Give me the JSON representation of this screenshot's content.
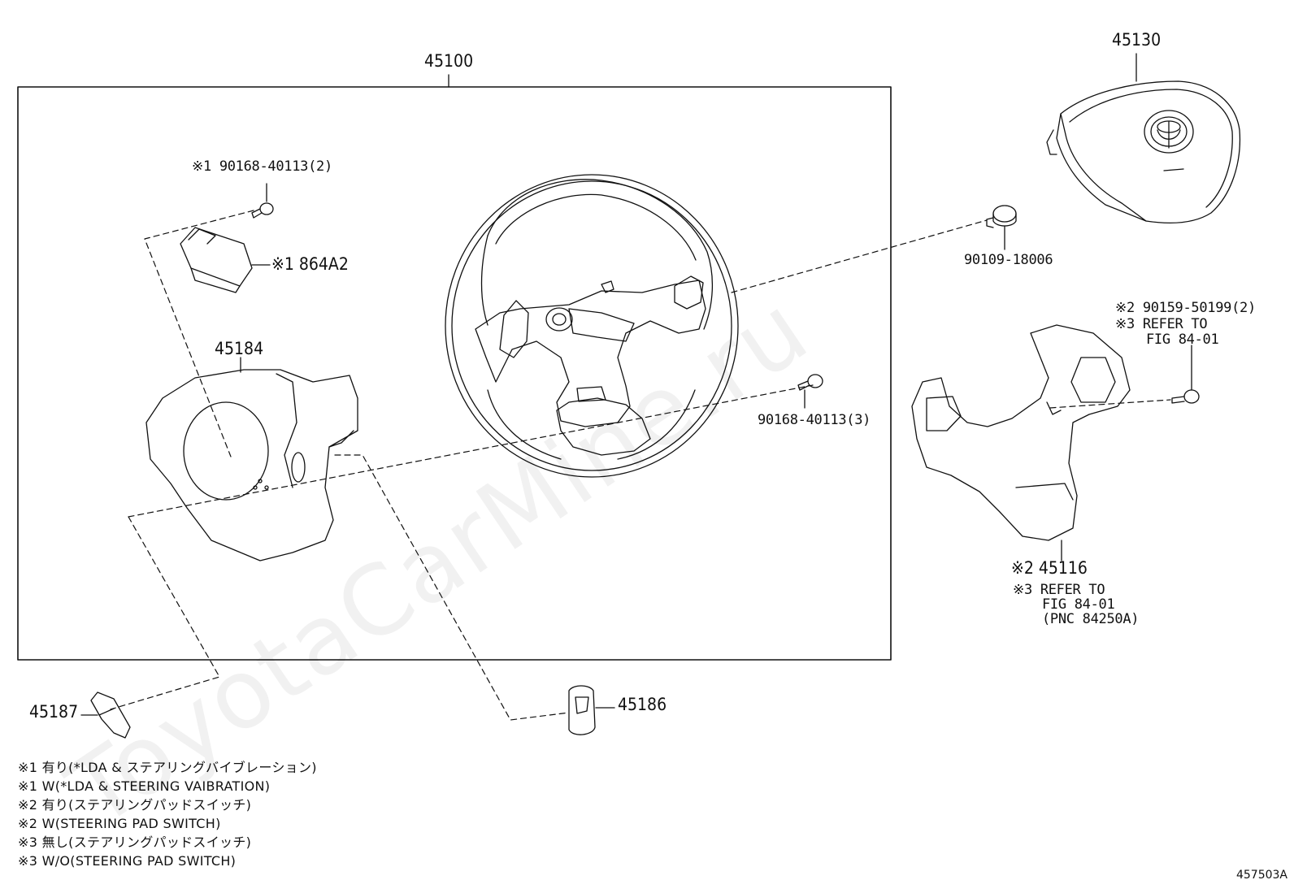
{
  "watermark": "ToyotaCarMine.ru",
  "figure_id": "457503A",
  "parts": {
    "p45100": "45100",
    "p45130": "45130",
    "p90168a": "※1 90168-40113(2)",
    "p864a2": "※1 864A2",
    "p90109": "90109-18006",
    "p45184": "45184",
    "p90168b": "90168-40113(3)",
    "p90159": "※2 90159-50199(2)",
    "p90159_ref1": "※3 REFER TO",
    "p90159_ref2": "FIG 84-01",
    "p45116": "※2 45116",
    "p45116_ref1": "※3 REFER TO",
    "p45116_ref2": "FIG 84-01",
    "p45116_ref3": "(PNC 84250A)",
    "p45187": "45187",
    "p45186": "45186"
  },
  "notes": [
    "※1 有り(*LDA & ステアリングバイブレーション)",
    "※1 W(*LDA & STEERING VAIBRATION)",
    "※2 有り(ステアリングパッドスイッチ)",
    "※2 W(STEERING PAD SWITCH)",
    "※3 無し(ステアリングパッドスイッチ)",
    "※3 W/O(STEERING PAD SWITCH)"
  ]
}
